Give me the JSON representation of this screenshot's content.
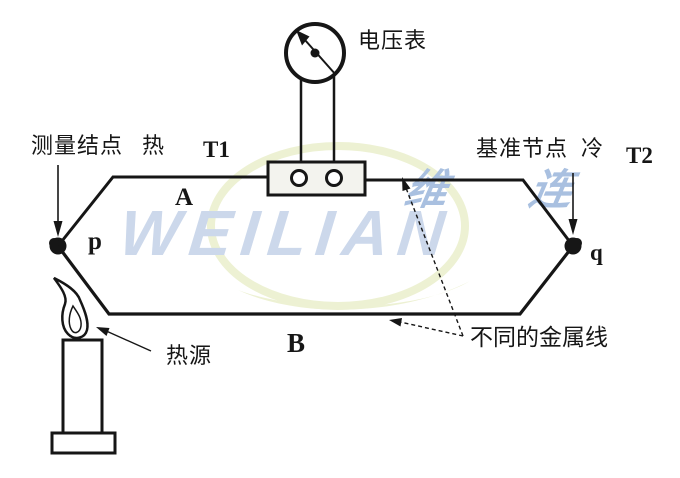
{
  "labels": {
    "measure_junction": "测量结点",
    "hot": "热",
    "t1": "T1",
    "voltmeter": "电压表",
    "ref_junction": "基准节点",
    "cold": "冷",
    "t2": "T2",
    "wire_a": "A",
    "wire_b": "B",
    "point_p": "p",
    "point_q": "q",
    "heat_source": "热源",
    "different_metal_wires": "不同的金属线"
  },
  "watermark": {
    "latin": "WEILIAN",
    "cjk": "维 连"
  },
  "colors": {
    "ink": "#161616",
    "bg": "#ffffff",
    "wm_blue": "#ccd8eb",
    "wm_blue_deep": "#a9c0e0",
    "wm_yellow": "#edf1d3"
  }
}
